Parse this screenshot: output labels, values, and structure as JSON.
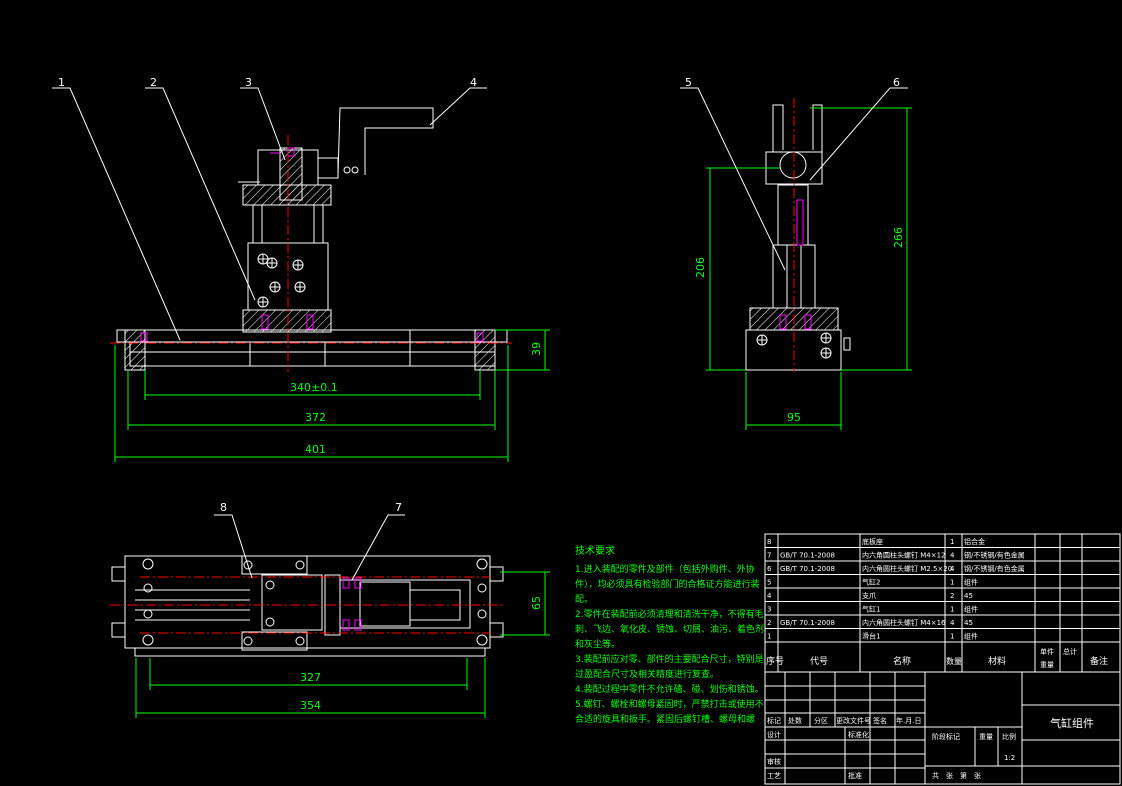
{
  "callouts": [
    "1",
    "2",
    "3",
    "4",
    "5",
    "6",
    "7",
    "8"
  ],
  "dimensions": {
    "front_340": "340±0.1",
    "front_372": "372",
    "front_401": "401",
    "front_39": "39",
    "side_206": "206",
    "side_266": "266",
    "side_95": "95",
    "top_327": "327",
    "top_354": "354",
    "top_65": "65"
  },
  "tech_requirements": {
    "title": "技术要求",
    "lines": [
      "1.进入装配的零件及部件（包括外购件、外协",
      "件），均必须具有检验部门的合格证方能进行装",
      "配。",
      "2.零件在装配前必须清理和清洗干净，不得有毛",
      "刺、飞边、氧化皮、锈蚀、切屑、油污、着色剂",
      "和灰尘等。",
      "3.装配前应对零、部件的主要配合尺寸，特别是",
      "过盈配合尺寸及相关精度进行复查。",
      "4.装配过程中零件不允许磕、碰、划伤和锈蚀。",
      "5.螺钉、螺栓和螺母紧固时，严禁打击或使用不",
      "合适的旋具和扳手。紧固后螺钉槽、螺母和螺"
    ]
  },
  "bom": {
    "rows": [
      {
        "no": "8",
        "code": "",
        "name": "底板座",
        "qty": "1",
        "material": "铝合金"
      },
      {
        "no": "7",
        "code": "GB/T 70.1-2008",
        "name": "内六角圆柱头螺钉 M4×12",
        "qty": "4",
        "material": "钢/不锈钢/有色金属"
      },
      {
        "no": "6",
        "code": "GB/T 70.1-2008",
        "name": "内六角圆柱头螺钉 M2.5×20",
        "qty": "4",
        "material": "钢/不锈钢/有色金属"
      },
      {
        "no": "5",
        "code": "",
        "name": "气缸2",
        "qty": "1",
        "material": "组件"
      },
      {
        "no": "4",
        "code": "",
        "name": "支爪",
        "qty": "2",
        "material": "45"
      },
      {
        "no": "3",
        "code": "",
        "name": "气缸1",
        "qty": "1",
        "material": "组件"
      },
      {
        "no": "2",
        "code": "GB/T 70.1-2008",
        "name": "内六角圆柱头螺钉 M4×16",
        "qty": "4",
        "material": "45"
      },
      {
        "no": "1",
        "code": "",
        "name": "滑台1",
        "qty": "1",
        "material": "组件"
      }
    ],
    "header": {
      "no": "序号",
      "code": "代号",
      "name": "名称",
      "qty": "数量",
      "material": "材料",
      "single": "单件",
      "total": "总计",
      "weight": "重量",
      "remark": "备注"
    }
  },
  "title_block": {
    "title": "气缸组件",
    "mark": "标记",
    "count": "处数",
    "zone": "分区",
    "change_doc": "更改文件号",
    "signature": "签名",
    "date": "年.月.日",
    "design": "设计",
    "standardize": "标准化",
    "review": "审核",
    "process": "工艺",
    "approve": "批准",
    "stage_mark": "阶段标记",
    "weight": "重量",
    "scale": "比例",
    "scale_value": "1:2",
    "sheets": "共　张　第　张"
  },
  "colors": {
    "background": "#000000",
    "outline": "#ffffff",
    "dimension": "#00ff00",
    "centerline": "#ff0000",
    "accent": "#ff00ff",
    "text": "#ffffff",
    "tech_text": "#00ff00"
  }
}
